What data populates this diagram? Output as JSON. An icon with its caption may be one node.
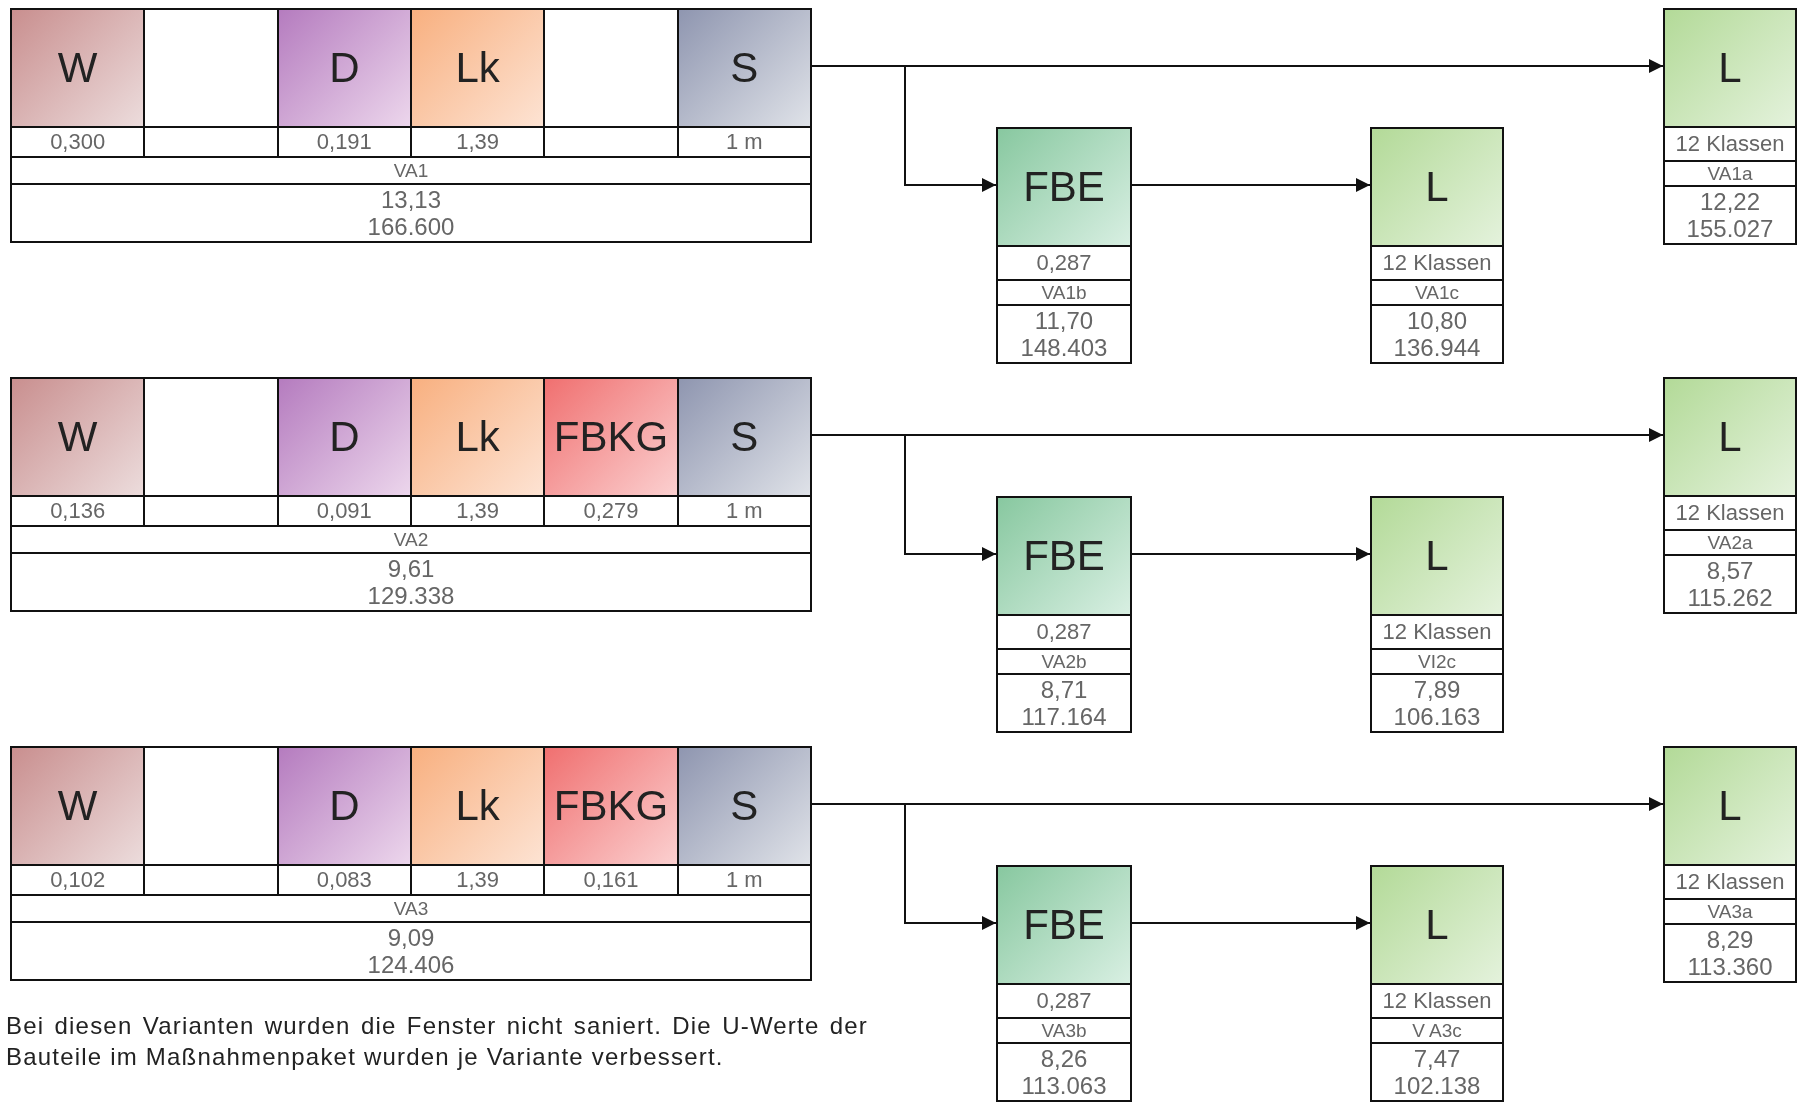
{
  "diagram": {
    "caption": "Bei diesen Varianten wurden die Fenster nicht saniert. Die U-Werte der Bauteile im Maßnahmenpaket wurden je Variante verbessert.",
    "nodes": [
      {
        "text": [
          "W",
          "0,300"
        ]
      },
      {
        "text": [],
        "shape": "box"
      },
      {
        "text": [
          "D",
          "0,191"
        ]
      },
      {
        "text": [
          "Lk",
          "1,39"
        ]
      },
      {
        "text": [],
        "shape": "box"
      },
      {
        "text": [
          "S",
          "1 m"
        ]
      },
      {
        "text": [
          "VA1",
          "13,13",
          "166.600"
        ]
      },
      {
        "text": [
          "L",
          "12 Klassen",
          "VA1a",
          "12,22",
          "155.027"
        ]
      },
      {
        "text": [
          "FBE",
          "0,287",
          "VA1b",
          "11,70",
          "148.403"
        ]
      },
      {
        "text": [
          "L",
          "12 Klassen",
          "VA1c",
          "10,80",
          "136.944"
        ]
      },
      {
        "text": [
          "W",
          "0,136"
        ]
      },
      {
        "text": [],
        "shape": "box"
      },
      {
        "text": [
          "D",
          "0,091"
        ]
      },
      {
        "text": [
          "Lk",
          "1,39"
        ]
      },
      {
        "text": [
          "FBKG",
          "0,279"
        ]
      },
      {
        "text": [
          "S",
          "1 m"
        ]
      },
      {
        "text": [
          "VA2",
          "9,61",
          "129.338"
        ]
      },
      {
        "text": [
          "L",
          "12 Klassen",
          "VA2a",
          "8,57",
          "115.262"
        ]
      },
      {
        "text": [
          "FBE",
          "0,287",
          "VA2b",
          "8,71",
          "117.164"
        ]
      },
      {
        "text": [
          "L",
          "12 Klassen",
          "VI2c",
          "7,89",
          "106.163"
        ]
      },
      {
        "text": [
          "W",
          "0,102"
        ]
      },
      {
        "text": [],
        "shape": "box"
      },
      {
        "text": [
          "D",
          "0,083"
        ]
      },
      {
        "text": [
          "Lk",
          "1,39"
        ]
      },
      {
        "text": [
          "FBKG",
          "0,161"
        ]
      },
      {
        "text": [
          "S",
          "1 m"
        ]
      },
      {
        "text": [
          "VA3",
          "9,09",
          "124.406"
        ]
      },
      {
        "text": [
          "L",
          "12 Klassen",
          "VA3a",
          "8,29",
          "113.360"
        ]
      },
      {
        "text": [
          "FBE",
          "0,287",
          "VA3b",
          "8,26",
          "113.063"
        ]
      },
      {
        "text": [
          "L",
          "12 Klassen",
          "V A3c",
          "7,47",
          "102.138"
        ]
      }
    ],
    "edges": [
      {
        "from": 5,
        "to": 7,
        "arrow": "to"
      },
      {
        "from": 5,
        "to": 8,
        "arrow": "to"
      },
      {
        "from": 8,
        "to": 9,
        "arrow": "to"
      },
      {
        "from": 15,
        "to": 17,
        "arrow": "to"
      },
      {
        "from": 15,
        "to": 18,
        "arrow": "to"
      },
      {
        "from": 18,
        "to": 19,
        "arrow": "to"
      },
      {
        "from": 25,
        "to": 27,
        "arrow": "to"
      },
      {
        "from": 25,
        "to": 28,
        "arrow": "to"
      },
      {
        "from": 28,
        "to": 29,
        "arrow": "to"
      }
    ]
  }
}
